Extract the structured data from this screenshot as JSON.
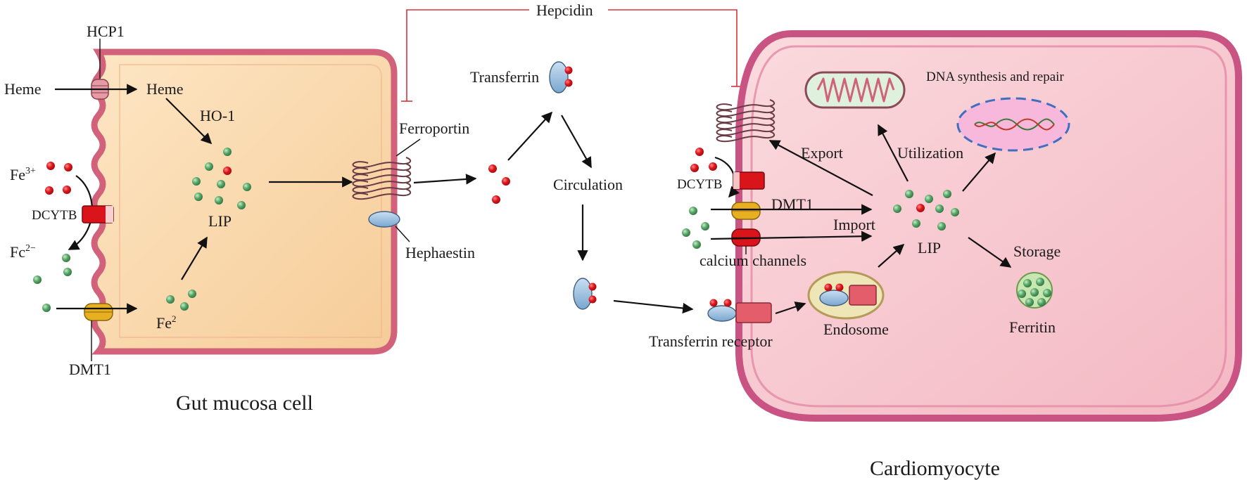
{
  "labels": {
    "hepcidin": "Hepcidin",
    "hcp1": "HCP1",
    "heme_outside": "Heme",
    "heme_inside": "Heme",
    "ho1": "HO-1",
    "lip_gut": "LIP",
    "fe3": "Fe",
    "fe3_sup": "3+",
    "dcytb_gut": "DCYTB",
    "fe2_out": "Fc",
    "fe2_out_sup": "2−",
    "dmt1_gut": "DMT1",
    "fe2_in": "Fe",
    "fe2_in_sup": "2",
    "ferroportin": "Ferroportin",
    "hephaestin": "Hephaestin",
    "transferrin": "Transferrin",
    "circulation": "Circulation",
    "dcytb_cardio": "DCYTB",
    "dmt1_cardio": "DMT1",
    "import": "Import",
    "calcium_channels": "calcium channels",
    "export": "Export",
    "utilization": "Utilization",
    "dna": "DNA synthesis and repair",
    "lip_cardio": "LIP",
    "storage": "Storage",
    "ferritin": "Ferritin",
    "endosome": "Endosome",
    "transferrin_receptor": "Transferrin receptor",
    "gut_caption": "Gut mucosa cell",
    "cardio_caption": "Cardiomyocyte"
  },
  "colors": {
    "fe3_red": "#e0161c",
    "fe2_green": "#5aa86a",
    "gut_cell_fill": "#fbdcb0",
    "gut_membrane": "#d2627b",
    "cardio_fill": "#f8cbd2",
    "cardio_membrane": "#c95383",
    "inhibition_line": "#d8333b",
    "transporter_red": "#d9141b",
    "transporter_yellow": "#e8b020",
    "transferrin_blue": "#9cc0e0",
    "hcp1_pink": "#e69aa6",
    "dna_halo": "#f7b8dc",
    "mito_fill": "#dff0dc"
  }
}
